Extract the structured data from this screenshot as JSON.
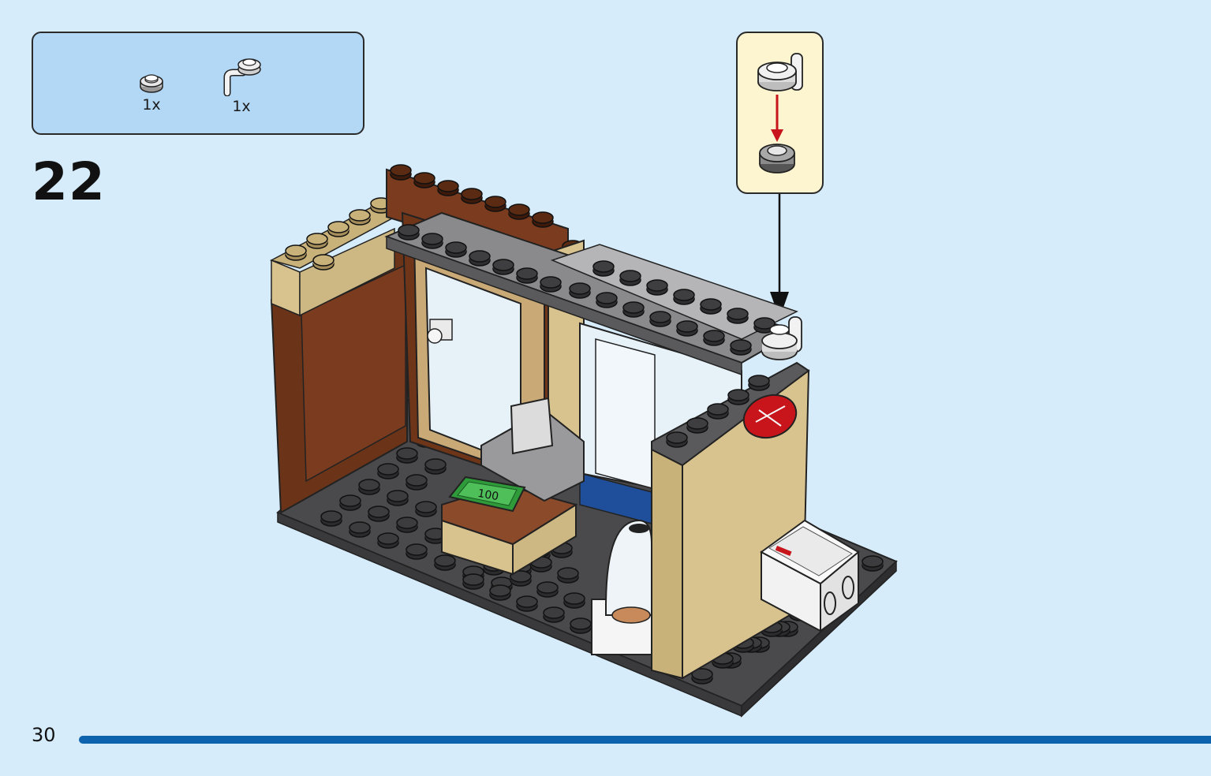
{
  "page": {
    "number": "30",
    "progress_fraction": 1.0
  },
  "step": {
    "number": "22"
  },
  "parts_list": {
    "items": [
      {
        "icon": "round-plate-1x1-icon",
        "qty": "1x"
      },
      {
        "icon": "round-plate-with-bar-icon",
        "qty": "1x"
      }
    ]
  },
  "callout": {
    "icon": "sub-assembly-icon"
  },
  "banknote": {
    "label": "100"
  },
  "colors": {
    "background": "#d6ecfb",
    "parts_box": "#b3d8f5",
    "callout_bg": "#fdf5d0",
    "progress": "#0d63ad",
    "dark_bluish_gray": "#5a5a5c",
    "tan": "#d8c38e",
    "reddish_brown": "#7a3b1e",
    "red": "#c8151b"
  }
}
